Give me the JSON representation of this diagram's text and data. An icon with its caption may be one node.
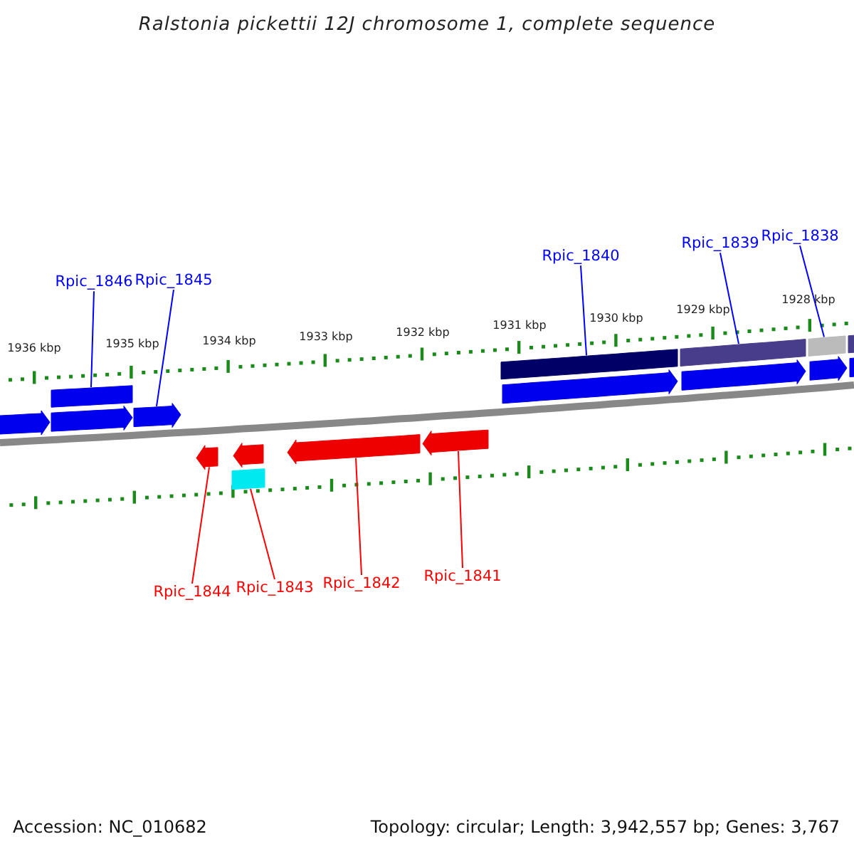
{
  "diagram": {
    "title": "Ralstonia pickettii 12J chromosome 1, complete sequence",
    "nodes": [
      {
        "text": [
          "Rpic_1846"
        ]
      },
      {
        "text": [
          "Rpic_1845"
        ]
      },
      {
        "text": [
          "Rpic_1840"
        ]
      },
      {
        "text": [
          "Rpic_1839"
        ]
      },
      {
        "text": [
          "Rpic_1838"
        ]
      },
      {
        "text": [
          "Rpic_1844"
        ]
      },
      {
        "text": [
          "Rpic_1843"
        ]
      },
      {
        "text": [
          "Rpic_1842"
        ]
      },
      {
        "text": [
          "Rpic_1841"
        ]
      },
      {
        "text": [],
        "shape": "bar"
      },
      {
        "text": [],
        "shape": "arrow"
      },
      {
        "text": [],
        "shape": "bar"
      },
      {
        "text": [],
        "shape": "bar"
      },
      {
        "text": [],
        "shape": "bar"
      },
      {
        "text": [],
        "shape": "arrow"
      },
      {
        "text": [],
        "shape": "bar"
      },
      {
        "text": [],
        "shape": "arrow"
      },
      {
        "text": [],
        "shape": "arrow"
      },
      {
        "text": [],
        "shape": "arrow"
      },
      {
        "text": [],
        "shape": "arrow"
      },
      {
        "text": [],
        "shape": "arrow"
      },
      {
        "text": [],
        "shape": "arrow"
      },
      {
        "text": [],
        "shape": "arrow"
      },
      {
        "text": [],
        "shape": "bar"
      },
      {
        "text": [],
        "shape": "arrow"
      },
      {
        "text": [],
        "shape": "bar"
      }
    ],
    "edges": [
      {
        "from": 0,
        "to": 9,
        "arrow": "none"
      },
      {
        "from": 1,
        "to": 10,
        "arrow": "none"
      },
      {
        "from": 2,
        "to": 11,
        "arrow": "none"
      },
      {
        "from": 3,
        "to": 12,
        "arrow": "none"
      },
      {
        "from": 4,
        "to": 13,
        "arrow": "none"
      },
      {
        "from": 5,
        "to": 14,
        "arrow": "none",
        "color": "#ff0000"
      },
      {
        "from": 6,
        "to": 15,
        "arrow": "none",
        "color": "#ff0000"
      },
      {
        "from": 7,
        "to": 16,
        "arrow": "none",
        "color": "#ff0000"
      },
      {
        "from": 8,
        "to": 17,
        "arrow": "none",
        "color": "#ff0000"
      }
    ],
    "labels": [
      "1936 kbp",
      "1935 kbp",
      "1934 kbp",
      "1933 kbp",
      "1932 kbp",
      "1931 kbp",
      "1930 kbp",
      "1929 kbp",
      "1928 kbp",
      "Accession: NC_010682",
      "Topology: circular; Length: 3,942,557 bp; Genes: 3,767"
    ]
  }
}
